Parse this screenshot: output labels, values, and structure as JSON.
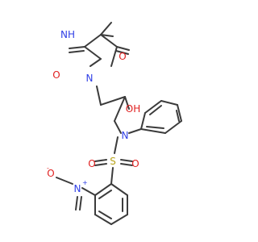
{
  "molecule": {
    "colors": {
      "carbon": "#3b3b3b",
      "nitrogen": "#2f3fe6",
      "oxygen": "#e02020",
      "sulfur": "#b8a31a"
    },
    "labels": {
      "nh": "NH",
      "n_ring": "N",
      "o_ring_left": "O",
      "o_ring_right": "O",
      "oh": "OH",
      "n_amine": "N",
      "s": "S",
      "o_s_left": "O",
      "o_s_right": "O",
      "n_nitro": "N",
      "n_plus": "+",
      "o_nitro": "O",
      "o_minus": "-"
    }
  }
}
